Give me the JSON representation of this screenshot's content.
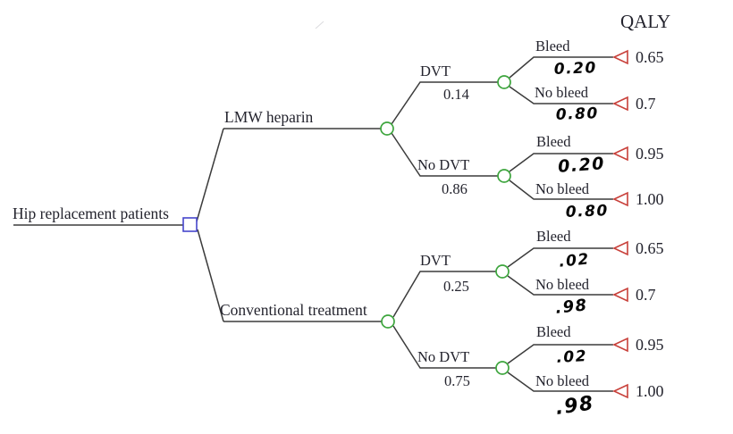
{
  "title": "QALY",
  "root": {
    "label": "Hip replacement patients"
  },
  "treatments": [
    {
      "label": "LMW heparin"
    },
    {
      "label": "Conventional treatment"
    }
  ],
  "dvt_nodes": [
    {
      "label": "DVT",
      "prob": "0.14"
    },
    {
      "label": "No DVT",
      "prob": "0.86"
    },
    {
      "label": "DVT",
      "prob": "0.25"
    },
    {
      "label": "No DVT",
      "prob": "0.75"
    }
  ],
  "outcomes": [
    {
      "label": "Bleed",
      "prob": "0.20",
      "qaly": "0.65"
    },
    {
      "label": "No bleed",
      "prob": "0.80",
      "qaly": "0.7"
    },
    {
      "label": "Bleed",
      "prob": "0.20",
      "qaly": "0.95"
    },
    {
      "label": "No bleed",
      "prob": "0.80",
      "qaly": "1.00"
    },
    {
      "label": "Bleed",
      "prob": ".02",
      "qaly": "0.65"
    },
    {
      "label": "No bleed",
      "prob": ".98",
      "qaly": "0.7"
    },
    {
      "label": "Bleed",
      "prob": ".02",
      "qaly": "0.95"
    },
    {
      "label": "No bleed",
      "prob": ".98",
      "qaly": "1.00"
    }
  ],
  "colors": {
    "line": "#3c3c3c",
    "chance_node": "#3da53d",
    "decision_node": "#4646cc",
    "terminal_node": "#c8403a"
  }
}
